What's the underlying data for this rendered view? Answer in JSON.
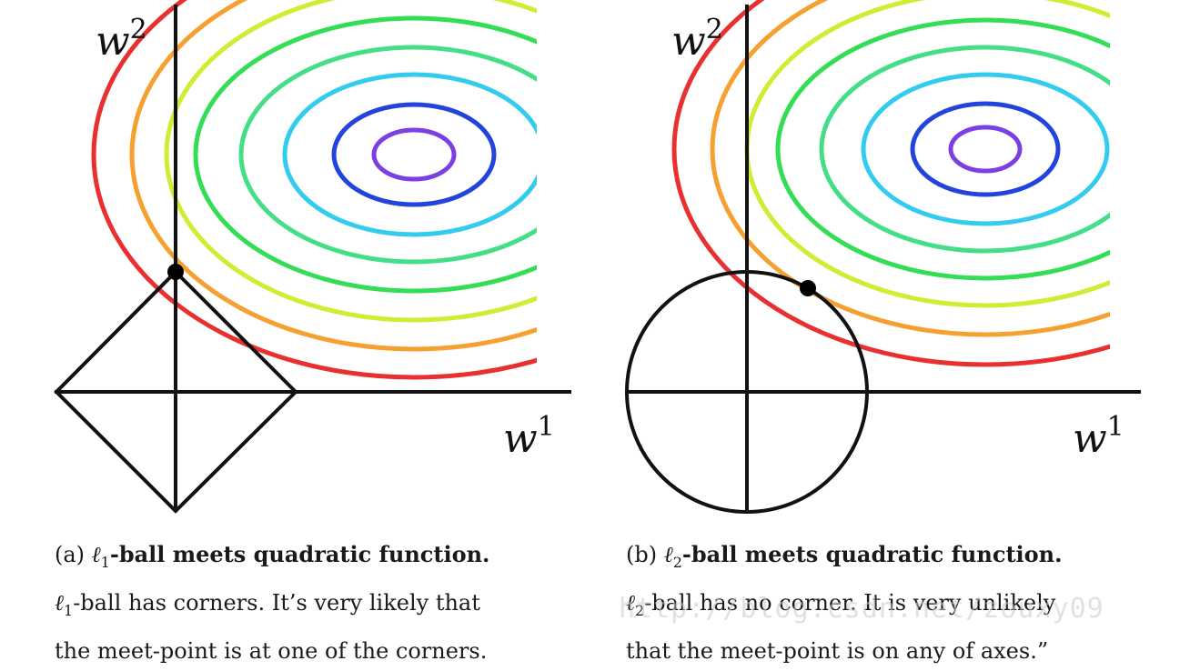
{
  "panels": [
    {
      "id": "a",
      "ball": "diamond",
      "axis_x_label": "w",
      "axis_x_sup": "1",
      "axis_y_label": "w",
      "axis_y_sup": "2",
      "caption_prefix": "(a) ",
      "caption_ell": "ℓ",
      "caption_sub": "1",
      "caption_head": "-ball meets quadratic function.",
      "caption_line2_ell": "ℓ",
      "caption_line2_sub": "1",
      "caption_line2_rest": "-ball has corners. It’s very likely that",
      "caption_line3": "the meet-point is at one of the corners."
    },
    {
      "id": "b",
      "ball": "circle",
      "axis_x_label": "w",
      "axis_x_sup": "1",
      "axis_y_label": "w",
      "axis_y_sup": "2",
      "caption_prefix": "(b) ",
      "caption_ell": "ℓ",
      "caption_sub": "2",
      "caption_head": "-ball meets quadratic function.",
      "caption_line2_ell": "ℓ",
      "caption_line2_sub": "2",
      "caption_line2_rest": "-ball has no corner. It is very unlikely",
      "caption_line3": "that the meet-point is on any of axes.”"
    }
  ],
  "contour_colors": [
    "#7b3fe4",
    "#2244dd",
    "#33ccee",
    "#44dd88",
    "#33dd55",
    "#ccee33",
    "#f5a030",
    "#e83030"
  ],
  "ball_color": "#111111",
  "meet_point_color": "#000000",
  "watermark": "http://blog.csdn.net/zouxy09"
}
